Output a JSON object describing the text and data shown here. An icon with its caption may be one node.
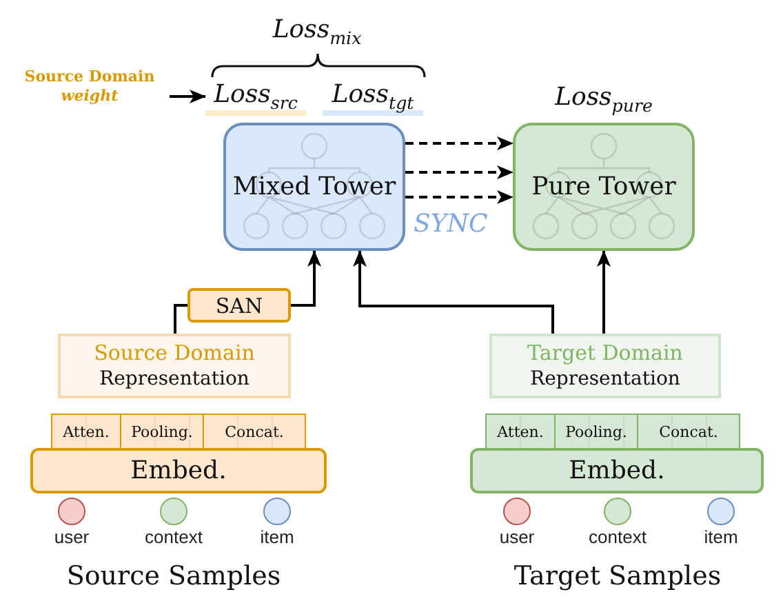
{
  "diagram": {
    "nodes": [
      {
        "text": [
          "Source Domain *weight*"
        ]
      },
      {
        "text": [
          "Loss$_{src}$"
        ]
      },
      {
        "text": [
          "Mixed Tower"
        ]
      },
      {
        "text": [
          "Pure Tower"
        ],
        "beside": [
          "Loss$_{pure}$"
        ]
      },
      {
        "text": [
          "SAN"
        ]
      },
      {
        "text": [
          "Source Domain",
          "Representation"
        ]
      },
      {
        "text": [
          "Target Domain",
          "Representation"
        ]
      },
      {
        "text": [
          "Atten."
        ]
      },
      {
        "text": [
          "Pooling."
        ]
      },
      {
        "text": [
          "Concat."
        ]
      },
      {
        "text": [
          "Atten."
        ]
      },
      {
        "text": [
          "Pooling."
        ]
      },
      {
        "text": [
          "Concat."
        ]
      },
      {
        "text": [
          "Embed."
        ]
      },
      {
        "text": [
          "Embed."
        ]
      },
      {
        "text": [],
        "shape": "circle",
        "beside": [
          "user"
        ]
      },
      {
        "text": [],
        "shape": "circle",
        "beside": [
          "context"
        ]
      },
      {
        "text": [],
        "shape": "circle",
        "beside": [
          "item"
        ]
      },
      {
        "text": [],
        "shape": "circle",
        "beside": [
          "user"
        ]
      },
      {
        "text": [],
        "shape": "circle",
        "beside": [
          "context"
        ]
      },
      {
        "text": [],
        "shape": "circle",
        "beside": [
          "item"
        ]
      }
    ],
    "edges": [
      {
        "from": 0,
        "to": 1,
        "arrow": "to"
      },
      {
        "from": 2,
        "to": 3,
        "arrow": "to",
        "style": "dashed"
      },
      {
        "from": 2,
        "to": 3,
        "arrow": "to",
        "style": "dashed"
      },
      {
        "from": 2,
        "to": 3,
        "arrow": "to",
        "style": "dashed"
      },
      {
        "from": 5,
        "to": 4,
        "arrow": "none"
      },
      {
        "from": 4,
        "to": 2,
        "arrow": "to"
      },
      {
        "from": 6,
        "to": 2,
        "arrow": "to"
      },
      {
        "from": 6,
        "to": 3,
        "arrow": "to"
      }
    ],
    "labels": [
      "Loss$_{mix}$",
      "Loss$_{tgt}$",
      "SYNC",
      "Source Samples",
      "Target Samples"
    ]
  }
}
